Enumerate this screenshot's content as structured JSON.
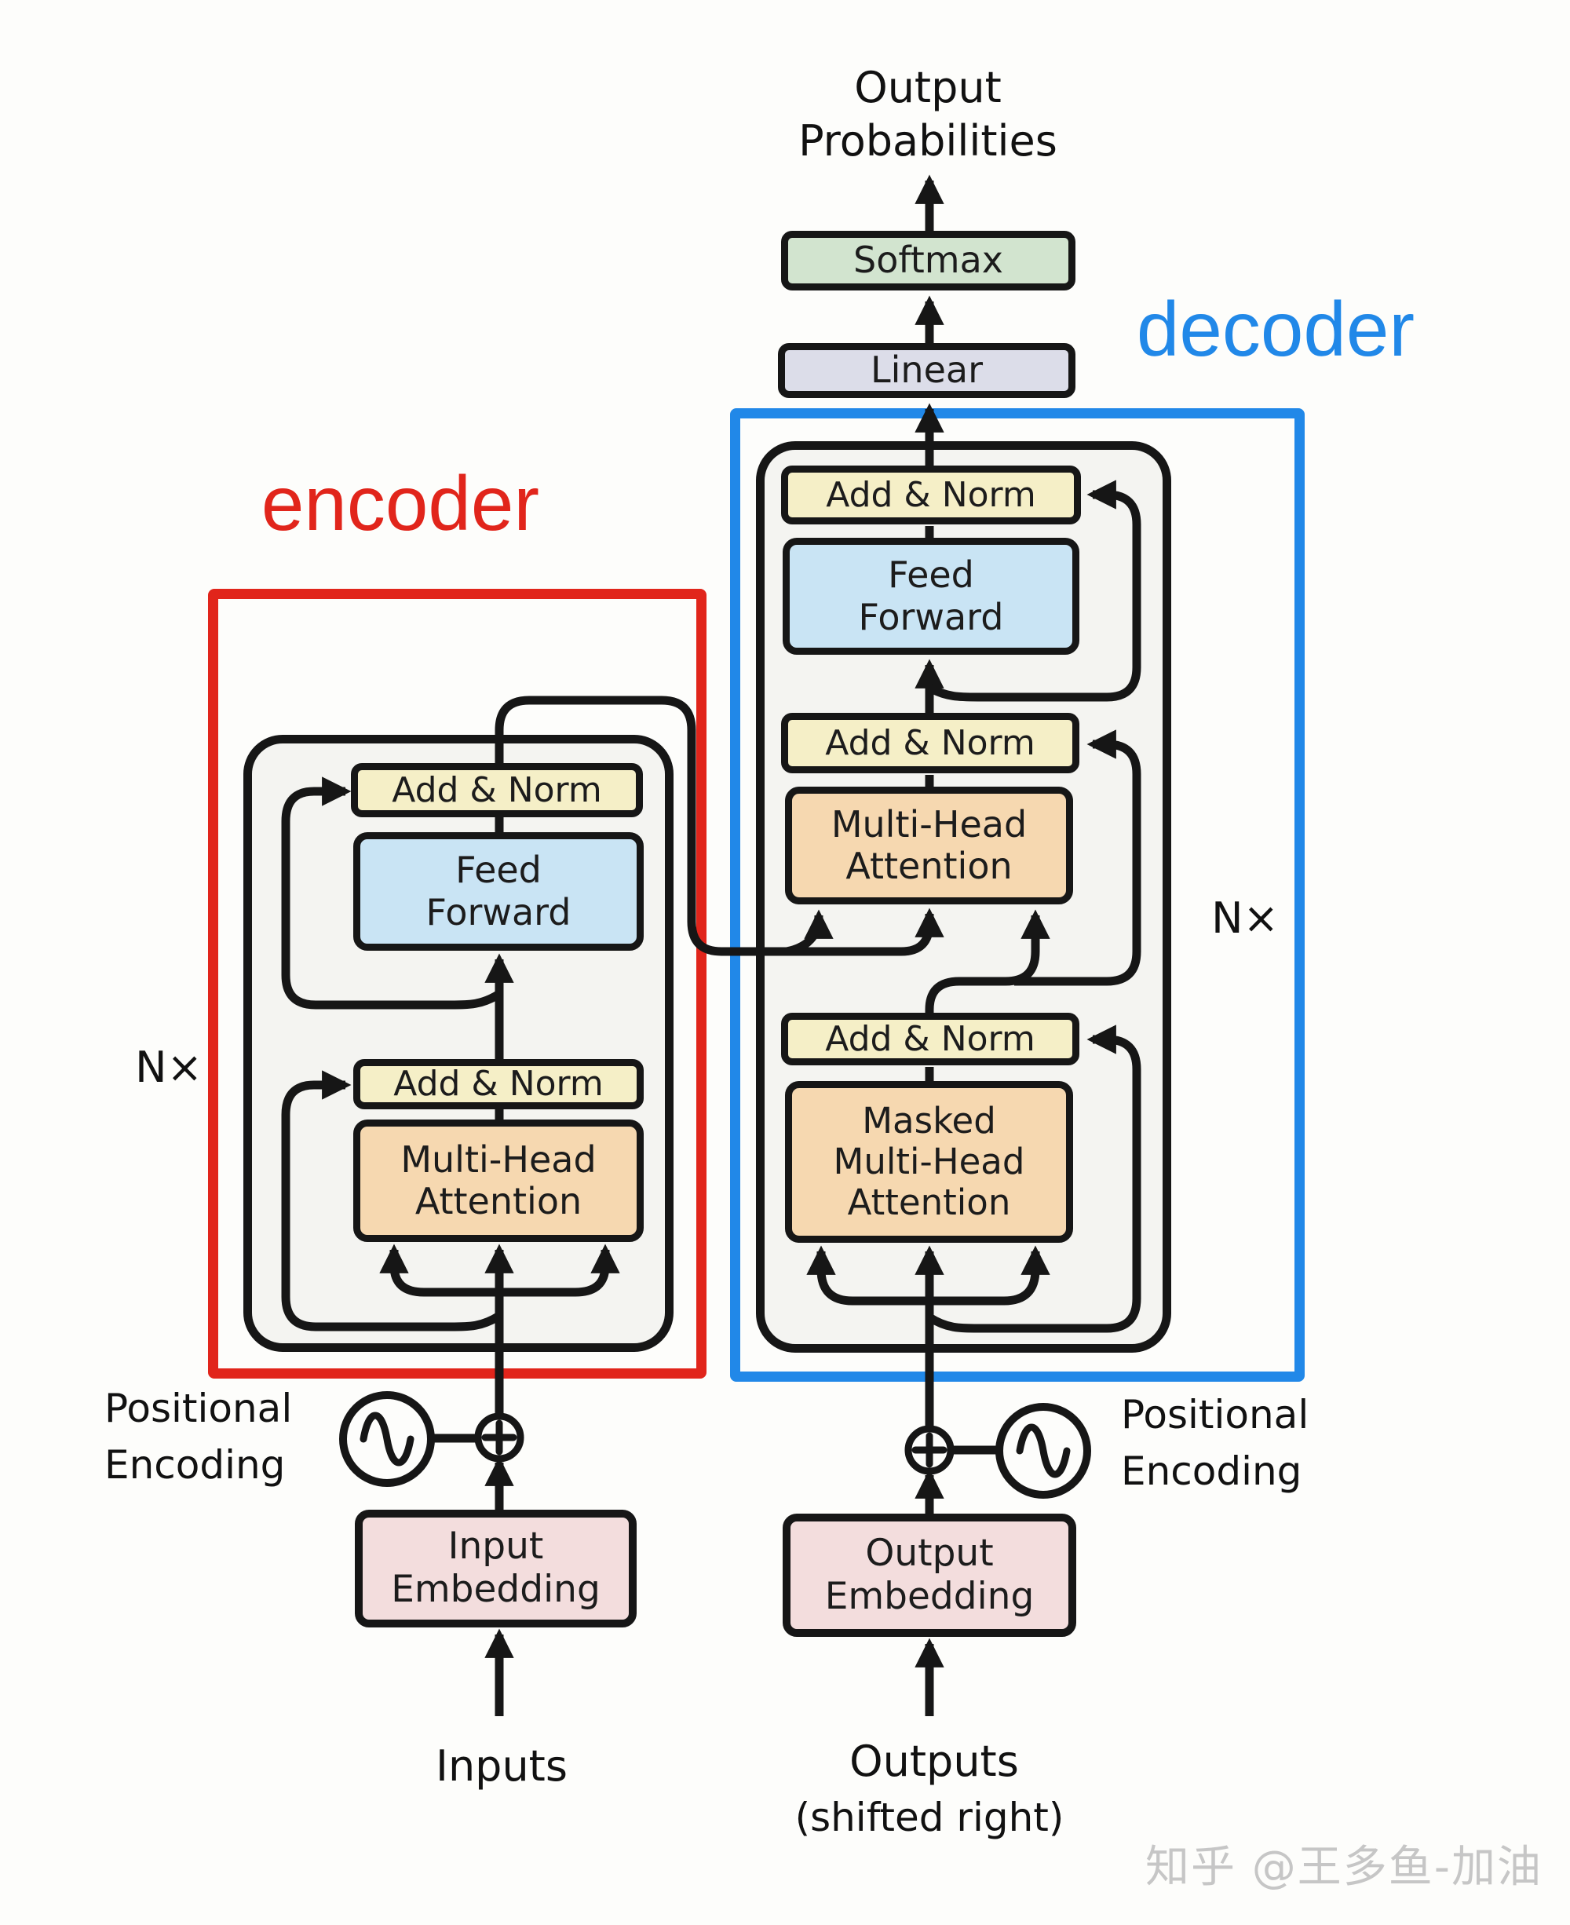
{
  "io_labels": {
    "output_probabilities": "Output\nProbabilities",
    "inputs": "Inputs",
    "outputs": "Outputs",
    "outputs_note": "(shifted right)",
    "positional_encoding_left": "Positional\nEncoding",
    "positional_encoding_right": "Positional\nEncoding"
  },
  "annotations": {
    "encoder_label": "encoder",
    "decoder_label": "decoder",
    "nx_left": "N×",
    "nx_right": "N×"
  },
  "boxes": {
    "softmax": "Softmax",
    "linear": "Linear",
    "encoder": {
      "add_norm_top": "Add & Norm",
      "feed_forward": "Feed\nForward",
      "add_norm_bottom": "Add & Norm",
      "multi_head_attention": "Multi-Head\nAttention",
      "input_embedding": "Input\nEmbedding"
    },
    "decoder": {
      "add_norm_top": "Add & Norm",
      "feed_forward": "Feed\nForward",
      "add_norm_middle": "Add & Norm",
      "multi_head_attention": "Multi-Head\nAttention",
      "add_norm_bottom": "Add & Norm",
      "masked_multi_head_attention": "Masked\nMulti-Head\nAttention",
      "output_embedding": "Output\nEmbedding"
    }
  },
  "icons": {
    "positional_encoding_symbol": "sine-wave-circle",
    "sum_symbol": "plus-circle"
  },
  "watermark": "知乎 @王多鱼-加油",
  "colors": {
    "line": "#161616",
    "accent-red": "#e1251b",
    "accent-blue": "#2188e8",
    "box-yellow": "#f5efc7",
    "box-blue": "#c9e4f4",
    "box-orange": "#f6d8b0",
    "box-green": "#d2e4cf",
    "box-lavender": "#dcdde9",
    "box-pink": "#f3dddd",
    "container-gray": "#f4f4f1",
    "watermark-gray": "#c6c6c6",
    "page-bg": "#fdfdfb",
    "text-dark": "#1c1c1c"
  }
}
